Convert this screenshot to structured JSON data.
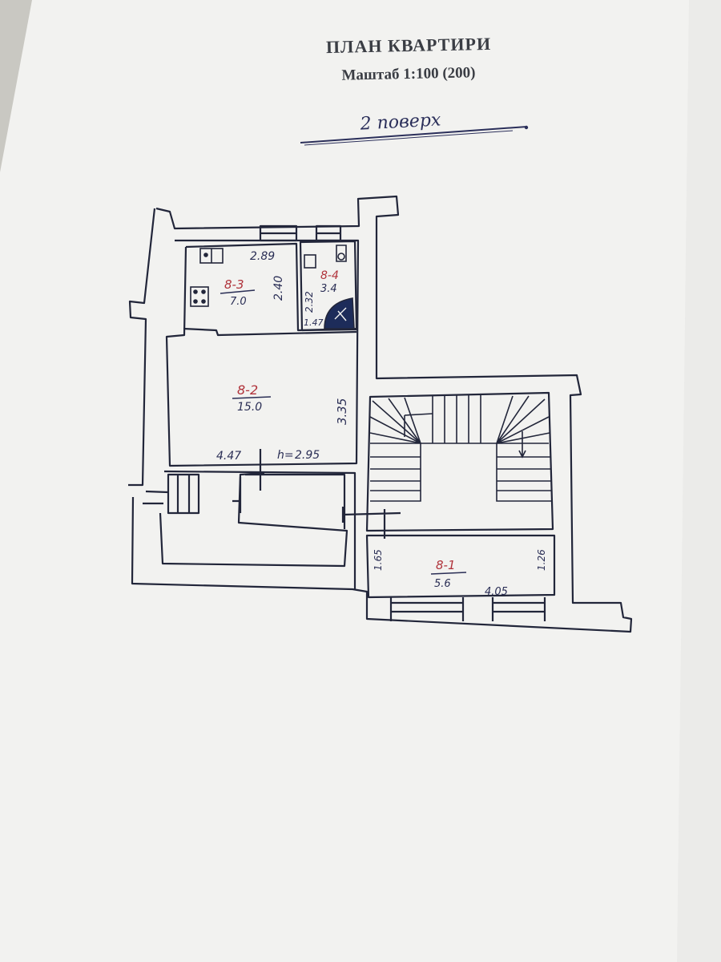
{
  "header": {
    "title": "ПЛАН КВАРТИРИ",
    "scale": "Маштаб 1:100 (200)",
    "floor": "2 поверх"
  },
  "rooms": {
    "kitchen": {
      "id": "8-3",
      "area": "7.0",
      "width": "2.89",
      "depth": "2.40"
    },
    "bathroom": {
      "id": "8-4",
      "area": "3.4",
      "depth": "2.32",
      "width": "1.47"
    },
    "living": {
      "id": "8-2",
      "area": "15.0",
      "depth": "3.35",
      "width_a": "4.47",
      "width_b": "2.95",
      "height_label": "h="
    },
    "hall": {
      "id": "8-1",
      "area": "5.6",
      "width": "4.05",
      "depth_left": "1.65",
      "depth_right": "1.26"
    }
  },
  "colors": {
    "ink": "#22263a",
    "room_id": "#b0323a",
    "paper": "#f2f2f0",
    "background": "#c9c8c2"
  }
}
